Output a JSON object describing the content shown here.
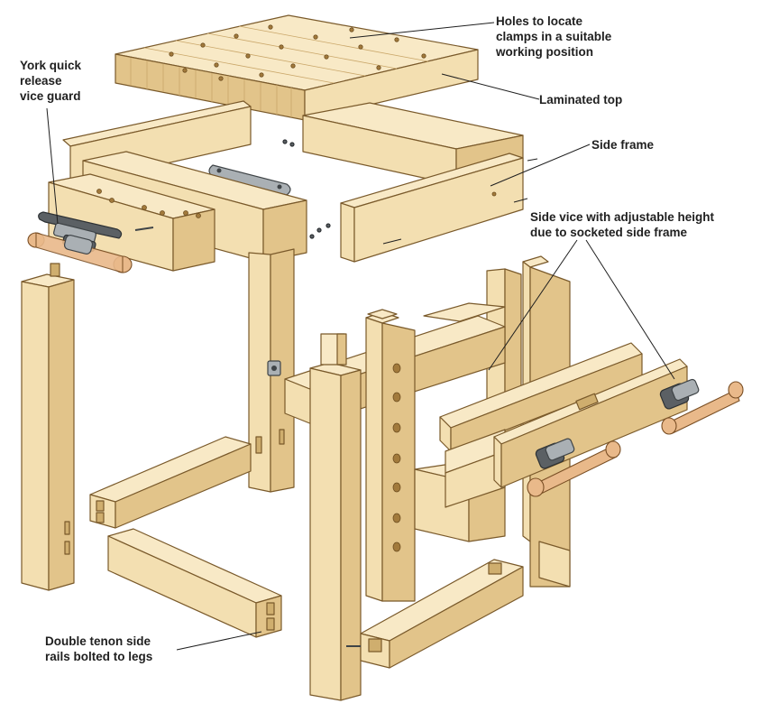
{
  "labels": {
    "holes": [
      "Holes to locate",
      "clamps in a suitable",
      "working position"
    ],
    "top": "Laminated top",
    "york": [
      "York quick",
      "release",
      "vice guard"
    ],
    "side_frame": "Side frame",
    "side_vice": [
      "Side vice with adjustable height",
      "due to socketed side frame"
    ],
    "rails": [
      "Double tenon side",
      "rails bolted to legs"
    ]
  },
  "colors": {
    "wood": "#f3dfb1",
    "wood_shadow": "#e2c48a",
    "outline": "#7a5a2b",
    "metal": "#aab0b4",
    "handle": "#e9b98a",
    "label_text": "#1f1f1f"
  },
  "icons": [
    "vice-screw-icon",
    "quick-release-lever-icon",
    "bolt-icon"
  ]
}
